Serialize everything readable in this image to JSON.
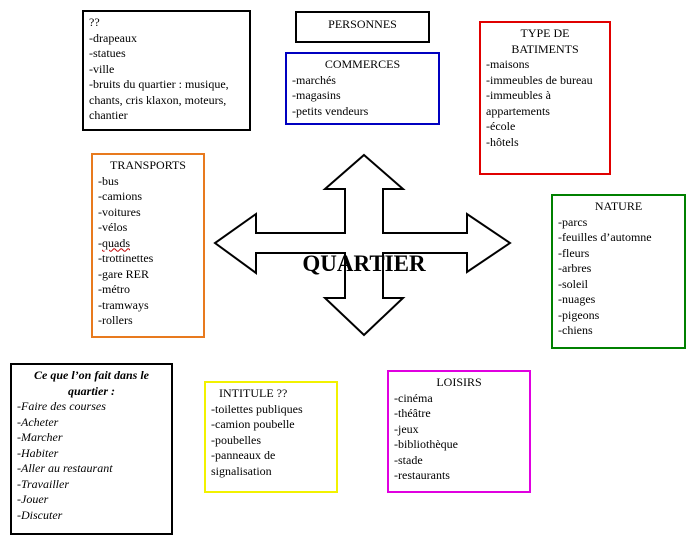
{
  "center": {
    "label": "QUARTIER"
  },
  "boxes": {
    "unknown": {
      "title": "??",
      "items": [
        "-drapeaux",
        "-statues",
        "-ville",
        "-bruits du quartier : musique, chants, cris klaxon, moteurs, chantier"
      ]
    },
    "personnes": {
      "title": "PERSONNES"
    },
    "commerces": {
      "title": "COMMERCES",
      "items": [
        "-marchés",
        "-magasins",
        "-petits vendeurs"
      ],
      "border_color": "#0000c0"
    },
    "type_batiments": {
      "title": "TYPE DE BATIMENTS",
      "items": [
        "-maisons",
        "-immeubles de bureau",
        "-immeubles à appartements",
        "-école",
        "-hôtels"
      ],
      "border_color": "#e00000"
    },
    "transports": {
      "title": "TRANSPORTS",
      "items": [
        "-bus",
        "-camions",
        "-voitures",
        "-vélos",
        "-quads",
        "-trottinettes",
        "-gare RER",
        "-métro",
        "-tramways",
        "-rollers"
      ],
      "border_color": "#e87a1e"
    },
    "nature": {
      "title": "NATURE",
      "items": [
        "-parcs",
        "-feuilles d’automne",
        "-fleurs",
        "-arbres",
        "-soleil",
        "-nuages",
        "-pigeons",
        "-chiens"
      ],
      "border_color": "#008000"
    },
    "activites": {
      "title": "Ce que l’on fait dans le quartier :",
      "items": [
        "-Faire des courses",
        "-Acheter",
        "-Marcher",
        "-Habiter",
        "-Aller au restaurant",
        "-Travailler",
        "-Jouer",
        "-Discuter"
      ]
    },
    "intitule": {
      "title": "INTITULE ??",
      "items": [
        "-toilettes publiques",
        "-camion poubelle",
        "-poubelles",
        "-panneaux de signalisation"
      ],
      "border_color": "#f2f200"
    },
    "loisirs": {
      "title": "LOISIRS",
      "items": [
        "-cinéma",
        "-théâtre",
        "-jeux",
        "-bibliothèque",
        "-stade",
        "-restaurants"
      ],
      "border_color": "#e000e0"
    }
  }
}
